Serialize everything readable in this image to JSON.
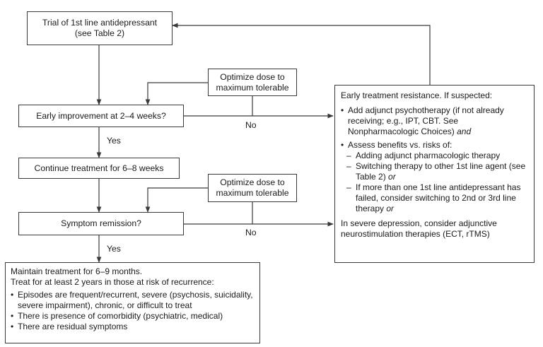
{
  "nodes": {
    "trial": {
      "line1": "Trial of 1st line antidepressant",
      "line2": "(see Table 2)"
    },
    "optimize1": {
      "line1": "Optimize dose to",
      "line2": "maximum tolerable"
    },
    "early": {
      "text": "Early improvement at 2–4 weeks?"
    },
    "continue": {
      "text": "Continue treatment for 6–8 weeks"
    },
    "optimize2": {
      "line1": "Optimize dose to",
      "line2": "maximum tolerable"
    },
    "remission": {
      "text": "Symptom remission?"
    },
    "maintain": {
      "line1": "Maintain treatment for 6–9 months.",
      "line2": "Treat for at least 2 years in those at risk of recurrence:",
      "bullets": [
        "Episodes are frequent/recurrent, severe (psychosis, suicidality, severe impairment), chronic, or difficult to treat",
        "There is presence of comorbidity (psychiatric, medical)",
        "There are residual symptoms"
      ]
    },
    "resistance": {
      "heading": "Early treatment resistance. If suspected:",
      "b1_text": "Add adjunct psychotherapy (if not already receiving; e.g., IPT, CBT. See Nonpharmacologic Choices)",
      "b1_italic": "and",
      "b2_text": "Assess benefits vs. risks of:",
      "sub1": "Adding adjunct pharmacologic therapy",
      "sub2_text": "Switching therapy to other 1st line agent (see Table 2)",
      "sub2_italic": "or",
      "sub3_text": "If more than one 1st line antidepressant has failed, consider switching to 2nd or 3rd line therapy",
      "sub3_italic": "or",
      "footer": "In severe depression, consider adjunctive neurostimulation therapies (ECT, rTMS)"
    }
  },
  "edge_labels": {
    "no1": "No",
    "yes1": "Yes",
    "no2": "No",
    "yes2": "Yes"
  },
  "symbols": {
    "bullet": "•",
    "dash": "–"
  }
}
